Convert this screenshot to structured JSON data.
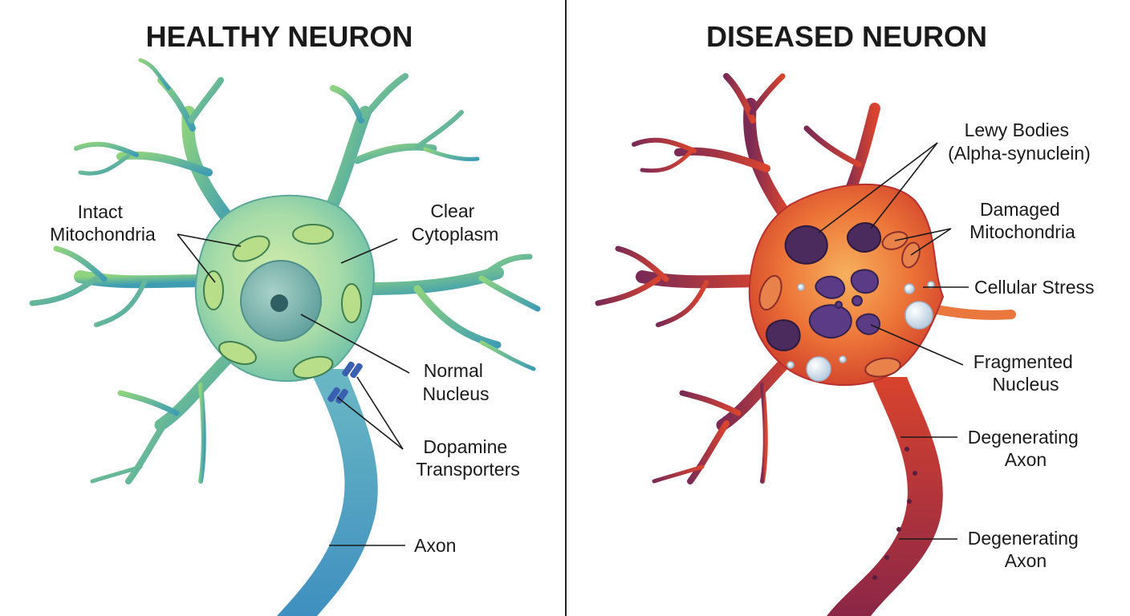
{
  "panels": {
    "healthy": {
      "title": "HEALTHY NEURON",
      "labels": {
        "mitochondria": [
          "Intact",
          "Mitochondria"
        ],
        "cytoplasm": [
          "Clear",
          "Cytoplasm"
        ],
        "nucleus": [
          "Normal",
          "Nucleus"
        ],
        "transporters": [
          "Dopamine",
          "Transporters"
        ],
        "axon": "Axon"
      },
      "colors": {
        "soma_light": "#c9e8a0",
        "soma_mid": "#8fd0a6",
        "dendrite": "#5fb49a",
        "axon": "#4aa0c0",
        "nucleus": "#7fb5b0"
      }
    },
    "diseased": {
      "title": "DISEASED NEURON",
      "labels": {
        "lewy_bodies": [
          "Lewy Bodies",
          "(Alpha-synuclein)"
        ],
        "mitochondria": [
          "Damaged",
          "Mitochondria"
        ],
        "stress": "Cellular Stress",
        "nucleus": [
          "Fragmented",
          "Nucleus"
        ],
        "axon_upper": [
          "Degenerating",
          "Axon"
        ],
        "axon_lower": [
          "Degenerating",
          "Axon"
        ]
      },
      "colors": {
        "soma_light": "#f7a65a",
        "soma_mid": "#e2552f",
        "dendrite": "#c0392b",
        "dendrite_dark": "#6e2550",
        "lewy": "#4b2a5e",
        "axon": "#b8312f"
      }
    }
  }
}
